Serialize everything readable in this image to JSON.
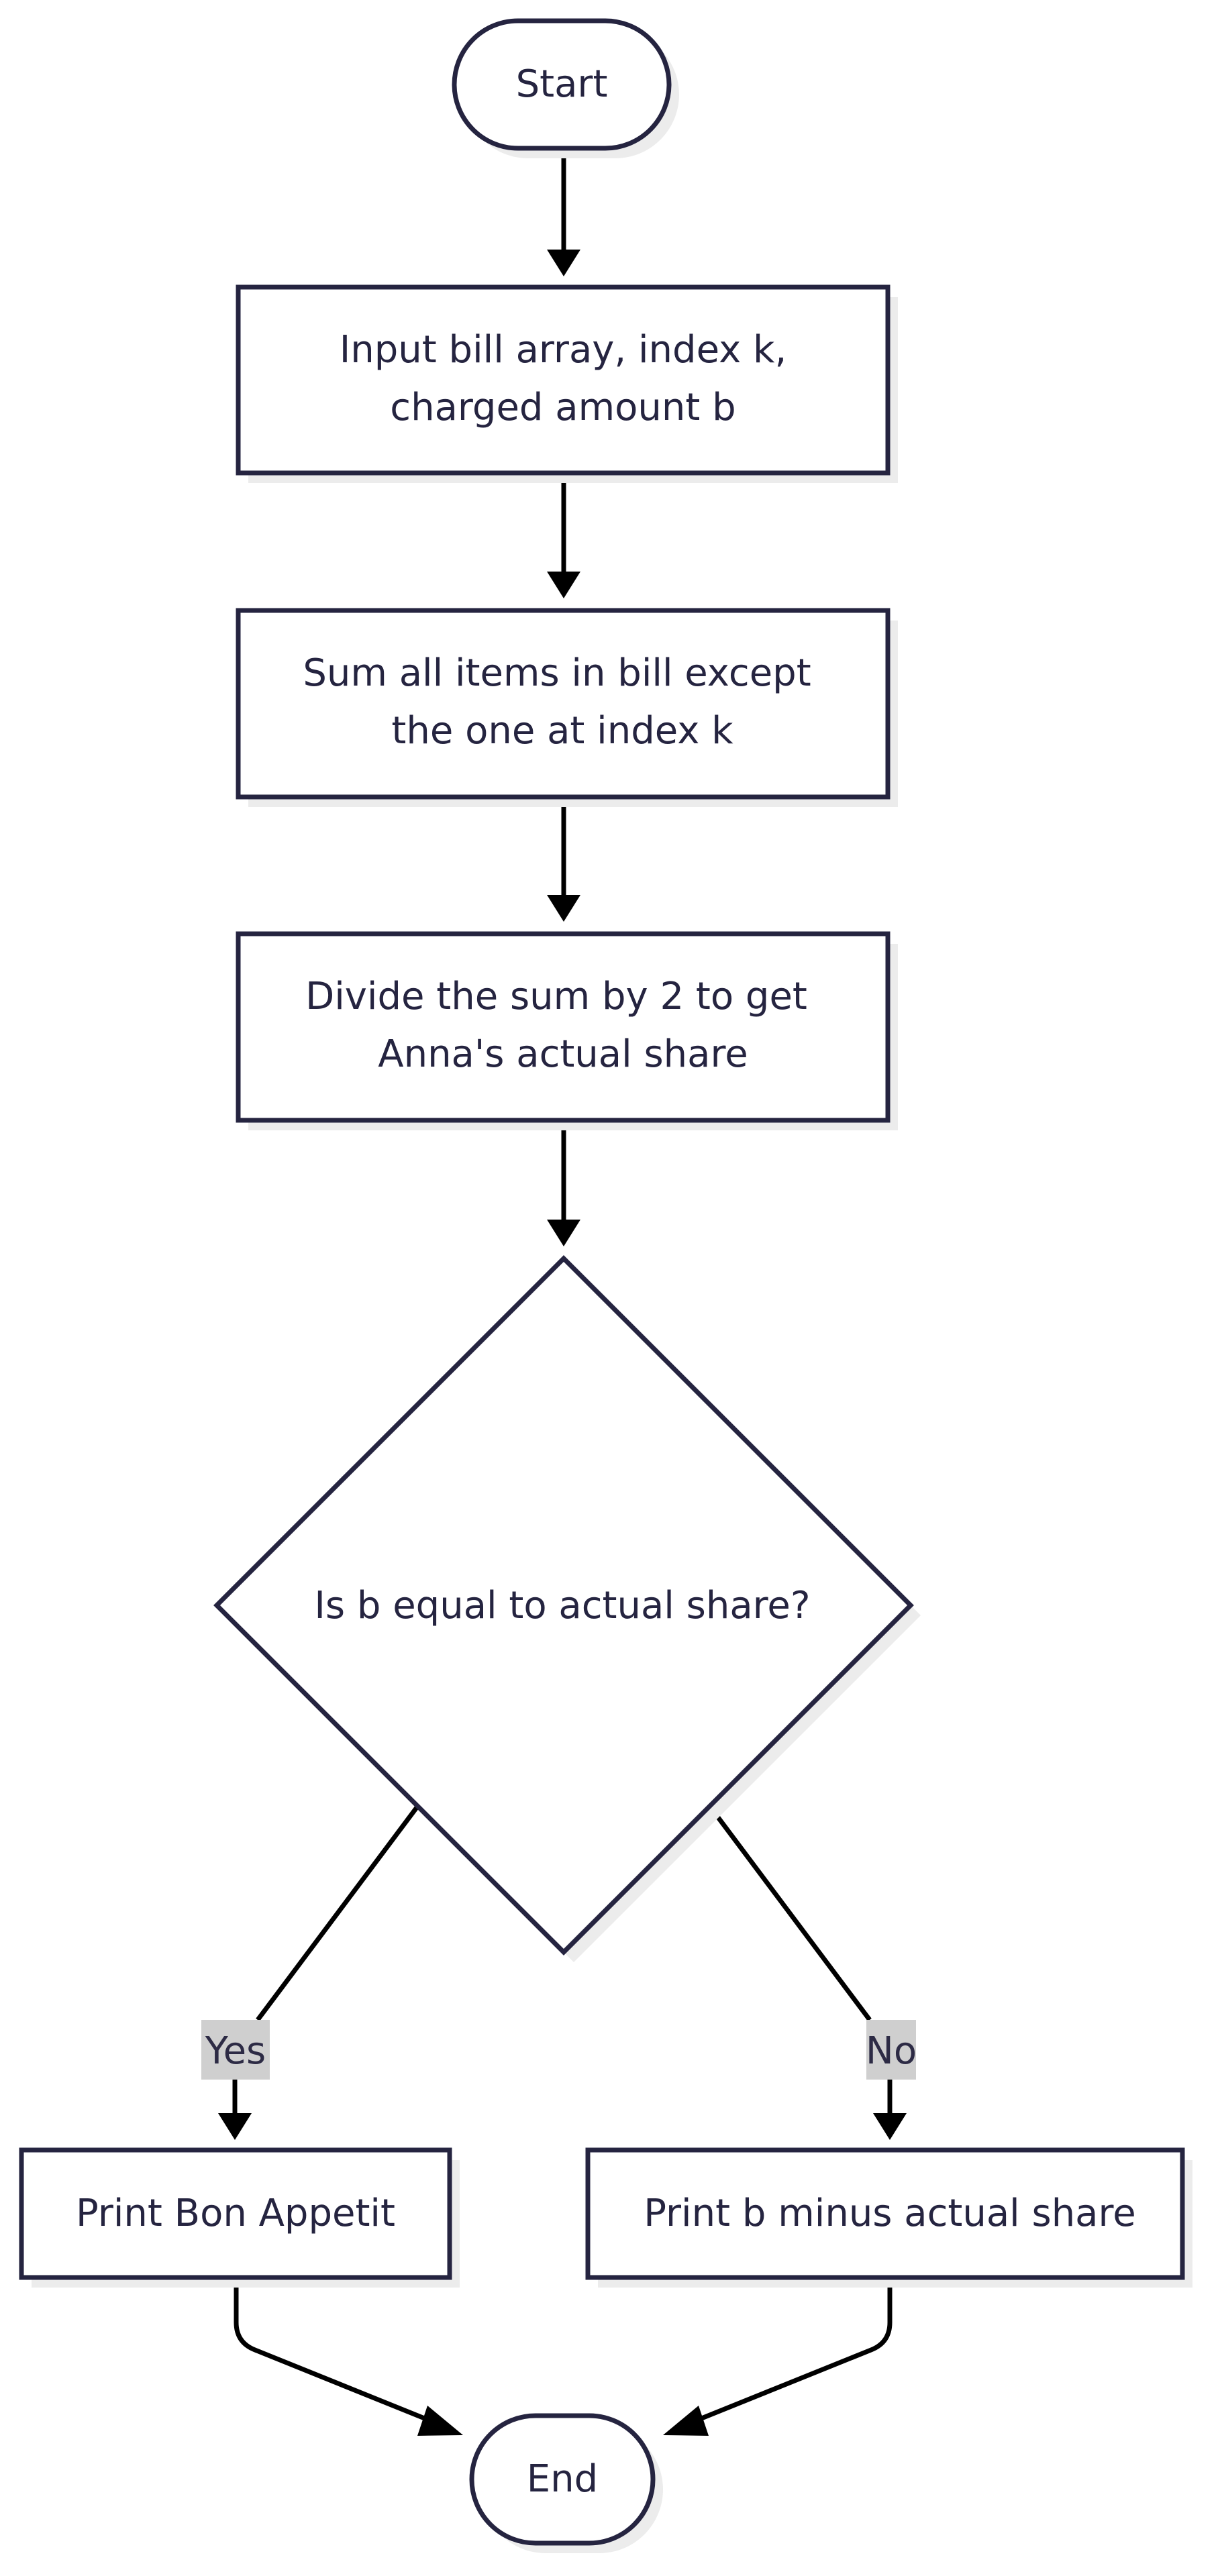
{
  "diagram": {
    "nodes": {
      "start": "Start",
      "input": [
        "Input bill array, index k,",
        "charged amount b"
      ],
      "sum": [
        "Sum all items in bill except",
        "the one at index k"
      ],
      "divide": [
        "Divide the sum by 2 to get",
        "Anna's actual share"
      ],
      "decision": "Is b equal to actual share?",
      "yes_output": "Print Bon Appetit",
      "no_output": "Print b minus actual share",
      "end": "End"
    },
    "edge_labels": {
      "yes": "Yes",
      "no": "No"
    }
  },
  "colors": {
    "node_stroke": "#252440",
    "node_fill": "#ffffff",
    "edge": "#000000",
    "edge_label_background": "#cfcfcf",
    "shadow": "#ececec"
  }
}
